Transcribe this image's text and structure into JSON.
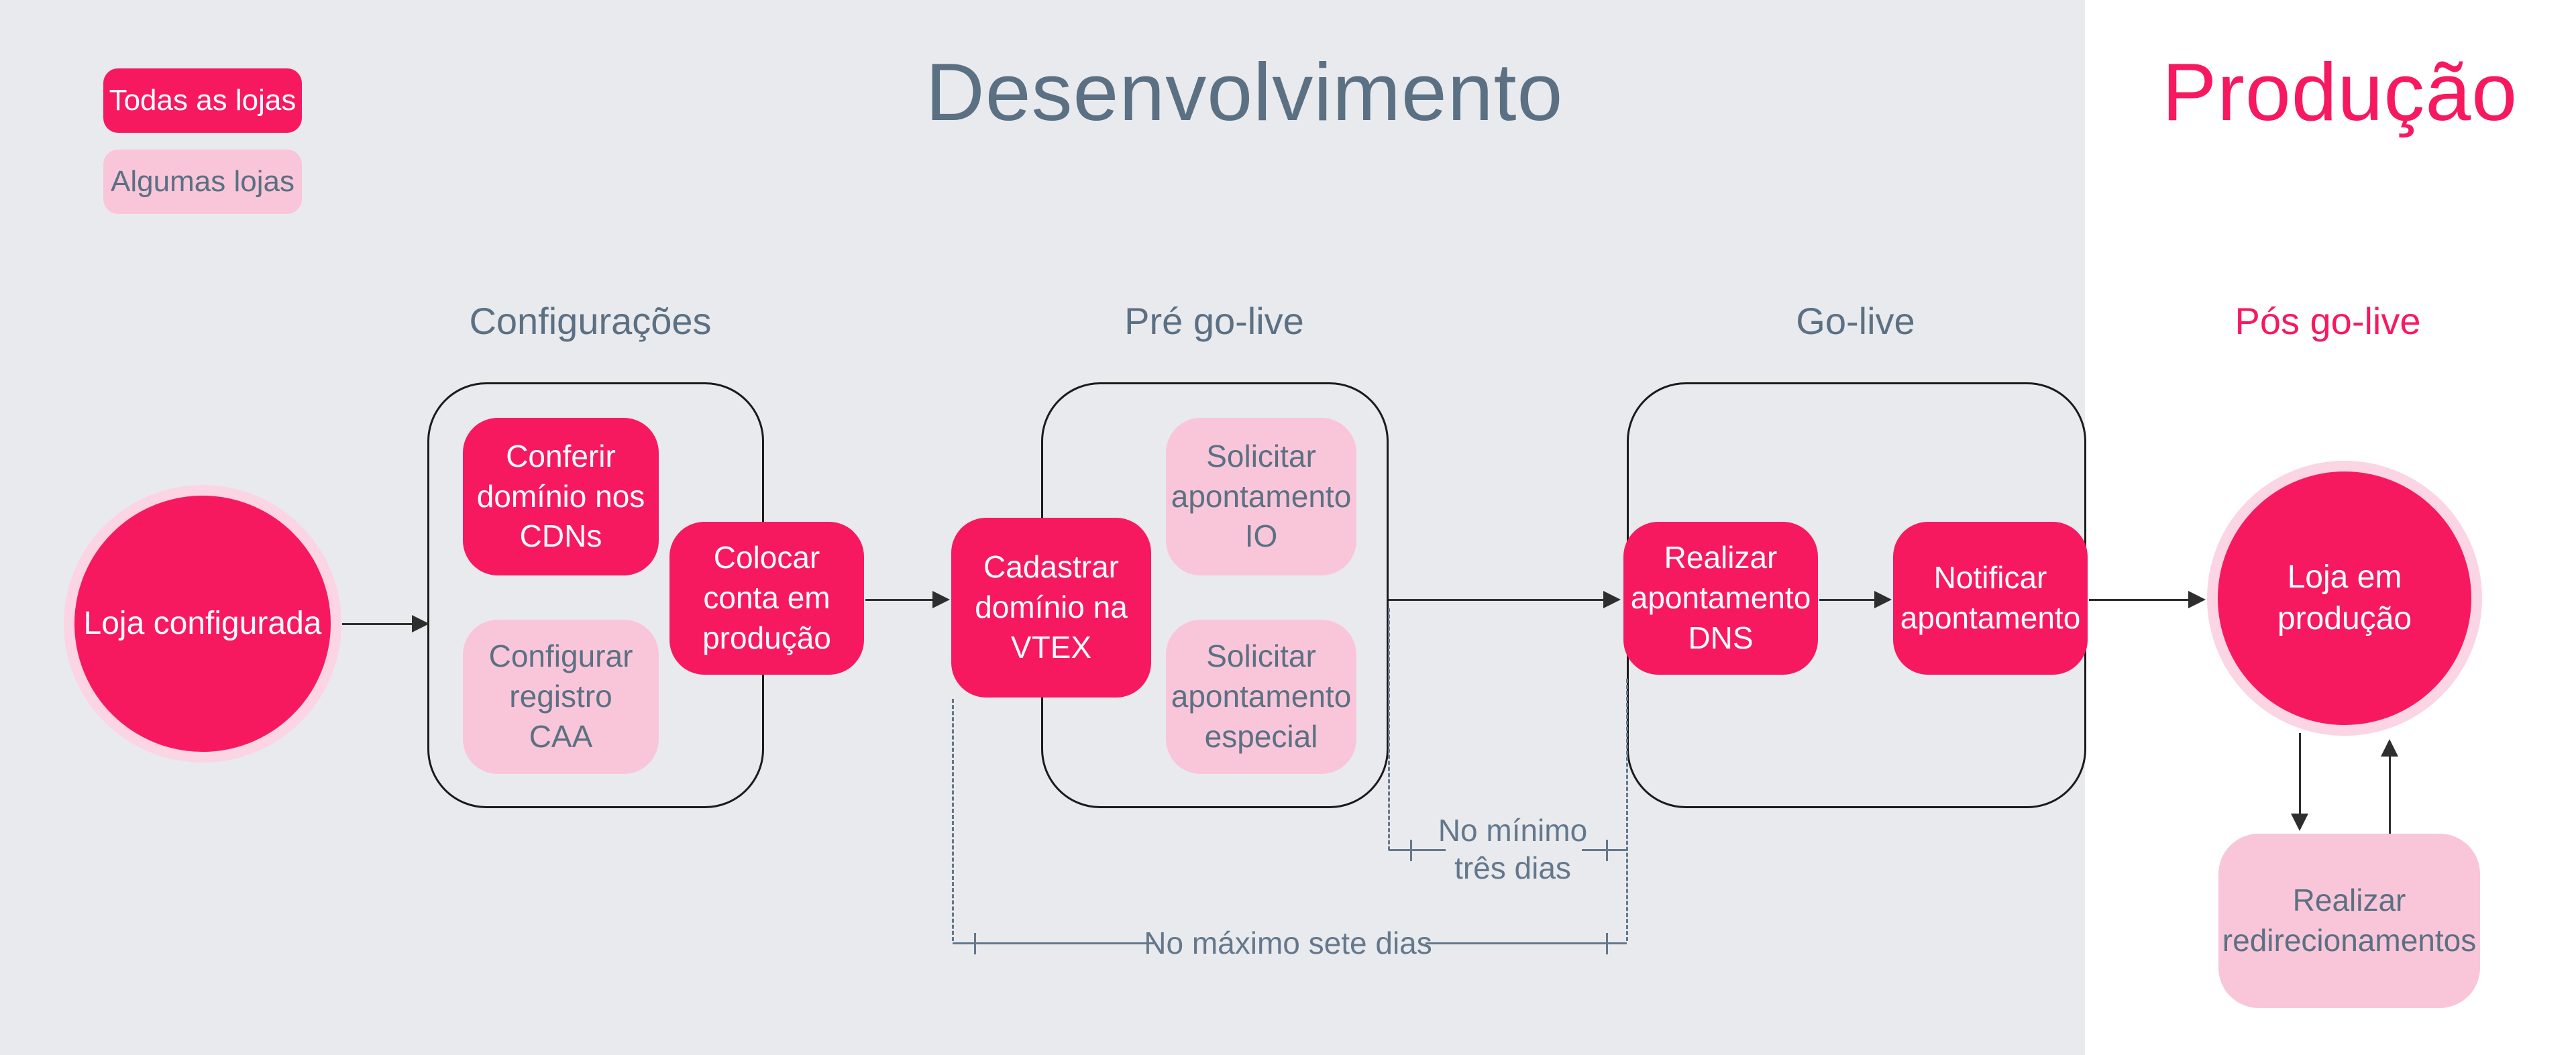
{
  "titles": {
    "development": "Desenvolvimento",
    "production": "Produção"
  },
  "legend": {
    "all_stores": "Todas as lojas",
    "some_stores": "Algumas lojas"
  },
  "phases": {
    "configuracoes": "Configurações",
    "pre_golive": "Pré go-live",
    "golive": "Go-live",
    "pos_golive": "Pós go-live"
  },
  "nodes": {
    "start_circle": "Loja configurada",
    "check_cdn": "Conferir domínio nos CDNs",
    "configure_caa": "Configurar registro CAA",
    "account_production": "Colocar conta em produção",
    "register_domain": "Cadastrar domínio na VTEX",
    "request_io": "Solicitar apontamento IO",
    "request_special": "Solicitar apontamento especial",
    "dns_pointing": "Realizar apontamento DNS",
    "notify_pointing": "Notificar apontamento",
    "end_circle": "Loja em produção",
    "redirects": "Realizar redirecionamentos"
  },
  "annotations": {
    "min_line1": "No mínimo",
    "min_line2": "três dias",
    "max": "No máximo sete dias"
  },
  "colors": {
    "pink": "#F71960",
    "pink_light": "#F9C6D9",
    "pink_ring": "#FBD5E4",
    "slate": "#5B7083",
    "slate_soft": "#64788C",
    "bg": "#E9EAEE",
    "panel": "#FFFFFF",
    "line": "#2E2E2E",
    "border": "#1B1B1B"
  }
}
